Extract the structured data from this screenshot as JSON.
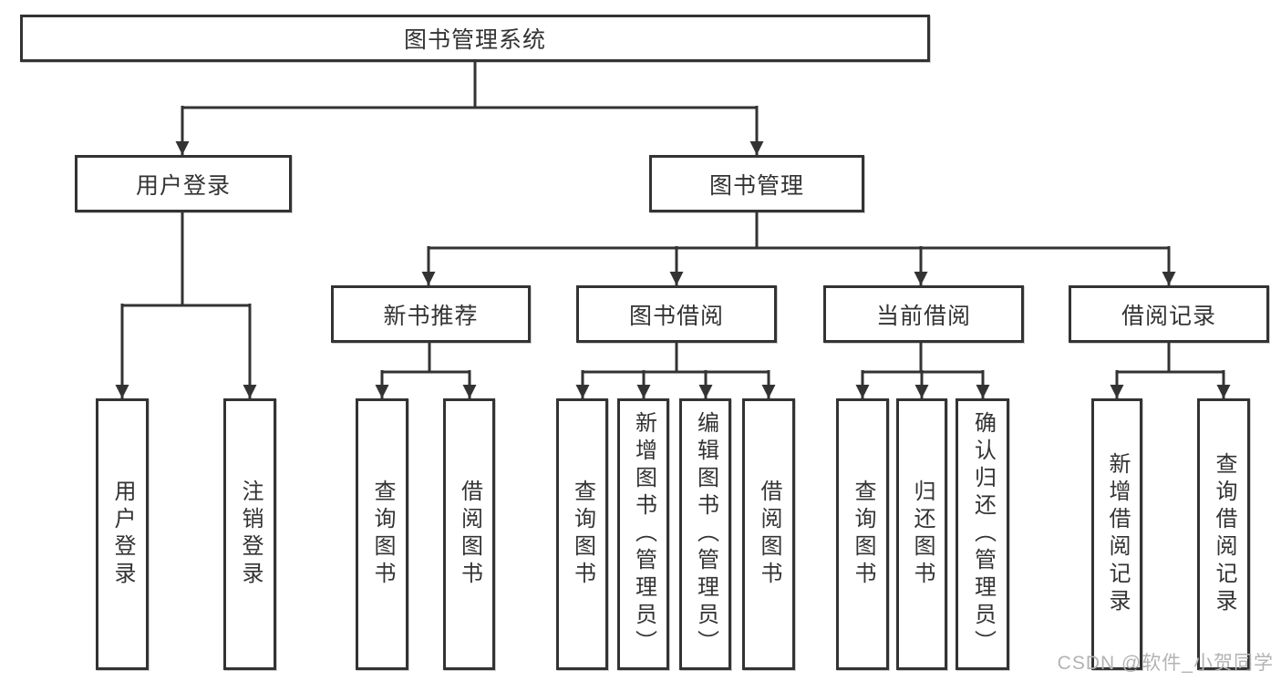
{
  "diagram": {
    "root": {
      "label": "图书管理系统"
    },
    "children": [
      {
        "label": "用户登录",
        "children": [
          {
            "label": "用户登录"
          },
          {
            "label": "注销登录"
          }
        ]
      },
      {
        "label": "图书管理",
        "children": [
          {
            "label": "新书推荐",
            "children": [
              {
                "label": "查询图书"
              },
              {
                "label": "借阅图书"
              }
            ]
          },
          {
            "label": "图书借阅",
            "children": [
              {
                "label": "查询图书"
              },
              {
                "label": "新增图书（管理员）"
              },
              {
                "label": "编辑图书（管理员）"
              },
              {
                "label": "借阅图书"
              }
            ]
          },
          {
            "label": "当前借阅",
            "children": [
              {
                "label": "查询图书"
              },
              {
                "label": "归还图书"
              },
              {
                "label": "确认归还（管理员）"
              }
            ]
          },
          {
            "label": "借阅记录",
            "children": [
              {
                "label": "新增借阅记录"
              },
              {
                "label": "查询借阅记录"
              }
            ]
          }
        ]
      }
    ]
  },
  "watermark": {
    "text": "CSDN @软件_小贺同学"
  },
  "colors": {
    "line": "#333333",
    "text": "#333333",
    "background": "#ffffff",
    "watermark": "#b3b3b3"
  }
}
